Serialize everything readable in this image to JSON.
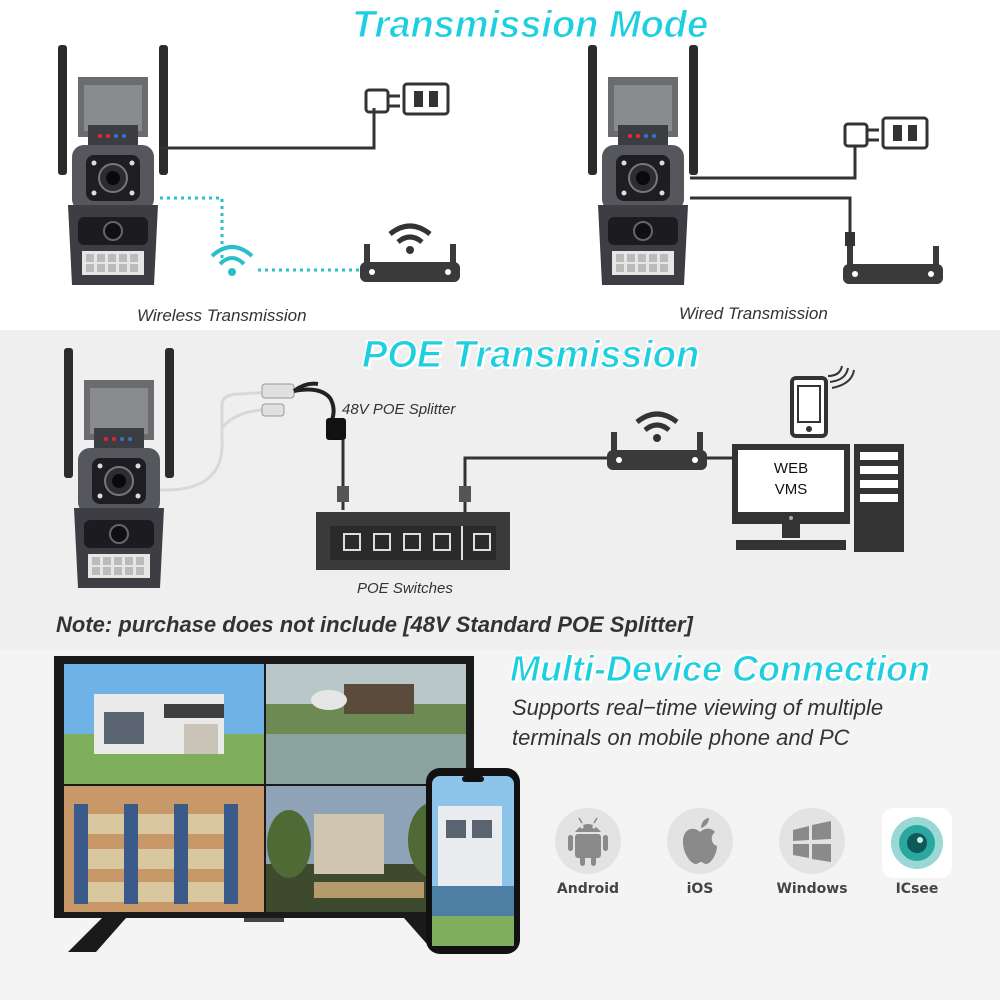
{
  "titles": {
    "transmission_mode": "Transmission Mode",
    "poe_transmission": "POE Transmission",
    "multi_device": "Multi-Device Connection"
  },
  "captions": {
    "wireless": "Wireless Transmission",
    "wired": "Wired Transmission",
    "poe_splitter": "48V POE Splitter",
    "poe_switches": "POE Switches"
  },
  "monitor_screen": {
    "line1": "WEB",
    "line2": "VMS"
  },
  "note": "Note: purchase does not include [48V Standard POE Splitter]",
  "multi_device_desc": {
    "line1": "Supports real−time viewing of multiple",
    "line2": "terminals on mobile phone and PC"
  },
  "platforms": [
    {
      "label": "Android",
      "icon": "android-icon"
    },
    {
      "label": "iOS",
      "icon": "apple-icon"
    },
    {
      "label": "Windows",
      "icon": "windows-icon"
    },
    {
      "label": "ICsee",
      "icon": "icsee-app-icon"
    }
  ],
  "colors": {
    "title_accent": "#1ecfe0",
    "camera_body": "#4a4c52",
    "device_dark": "#3a3a3a",
    "wifi_teal": "#2bbfc9"
  }
}
